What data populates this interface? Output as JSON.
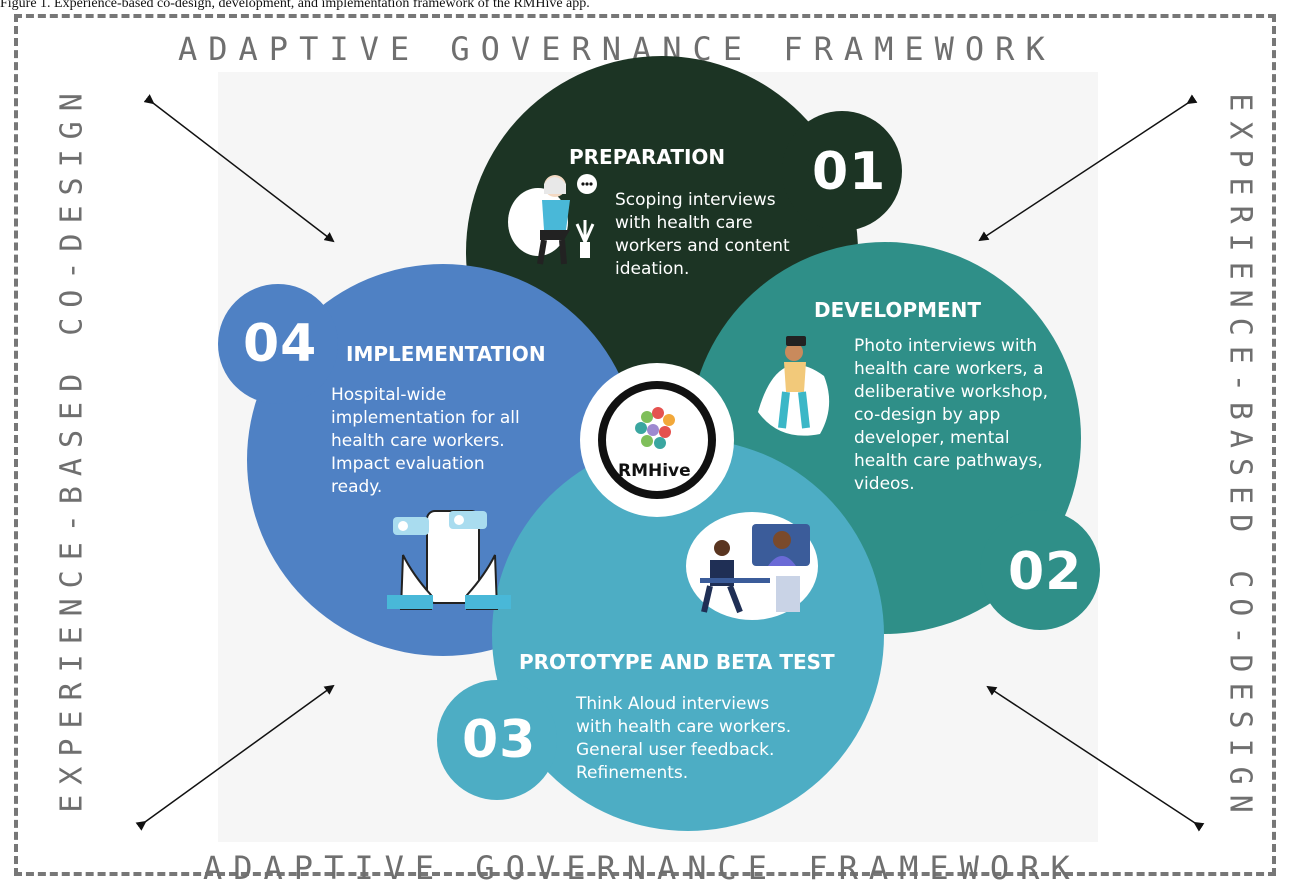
{
  "caption": "Figure 1. Experience-based co-design, development, and implementation framework of the RMHive app.",
  "frame": {
    "top": "ADAPTIVE  GOVERNANCE  FRAMEWORK",
    "bottom": "ADAPTIVE  GOVERNANCE  FRAMEWORK",
    "left": "EXPERIENCE-BASED  CO-DESIGN",
    "right": "EXPERIENCE-BASED  CO-DESIGN"
  },
  "center": {
    "logo_text": "RMHive"
  },
  "phases": [
    {
      "number": "01",
      "title": "PREPARATION",
      "text": "Scoping interviews with health care workers and content ideation.",
      "color": "#1c3424"
    },
    {
      "number": "02",
      "title": "DEVELOPMENT",
      "text": "Photo interviews with health care workers, a deliberative workshop, co-design by app developer, mental health care pathways, videos.",
      "color": "#2f8f88"
    },
    {
      "number": "03",
      "title": "PROTOTYPE AND BETA TEST",
      "text": "Think Aloud interviews with health care workers. General user feedback. Refinements.",
      "color": "#4dadc4"
    },
    {
      "number": "04",
      "title": "IMPLEMENTATION",
      "text": "Hospital-wide implementation for all health care workers. Impact evaluation ready.",
      "color": "#4f81c4"
    }
  ]
}
